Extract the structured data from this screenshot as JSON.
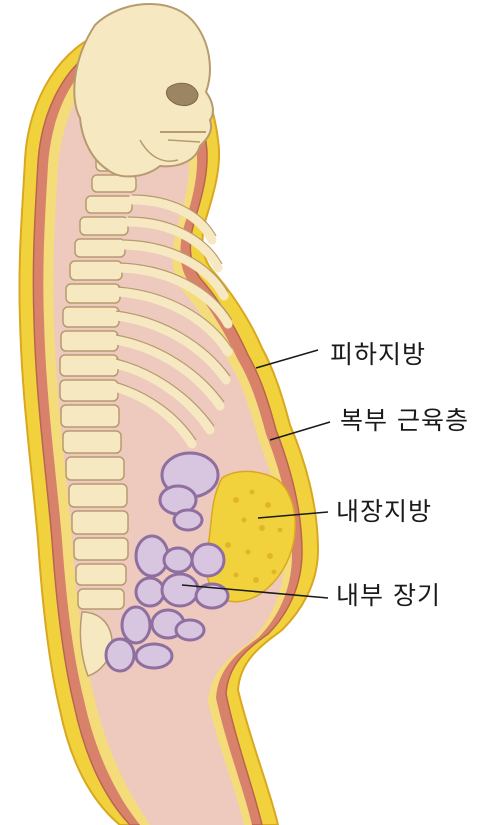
{
  "labels": {
    "subcutaneous_fat": "피하지방",
    "abdominal_muscle": "복부 근육층",
    "visceral_fat": "내장지방",
    "internal_organs": "내부 장기"
  },
  "colors": {
    "fat_yellow": "#F2D23C",
    "fat_outline": "#D9A820",
    "muscle": "#D9826B",
    "body_cavity": "#EDC9BE",
    "bone": "#F6E9C2",
    "bone_outline": "#B79B6E",
    "organ": "#D8C6E0",
    "organ_outline": "#8E6FA0",
    "leader_line": "#1a1a1a"
  },
  "icons": {
    "figure": "human-torso-sagittal-section"
  }
}
